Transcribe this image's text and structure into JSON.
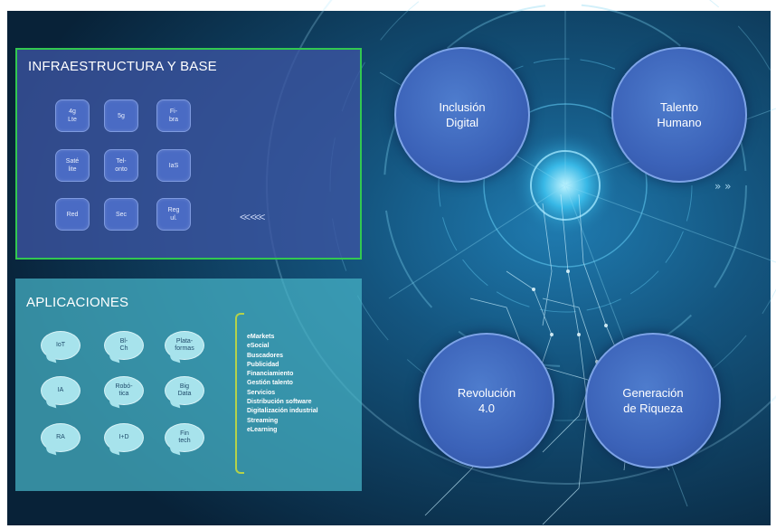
{
  "infra": {
    "title": "INFRAESTRUCTURA Y BASE",
    "tiles": [
      "4g\nLte",
      "5g",
      "Fi-\nbra",
      "Saté\nlite",
      "Tel-\nonto",
      "IaS",
      "Red",
      "Sec",
      "Reg\nul."
    ],
    "chevrons": "<< <<<"
  },
  "apps": {
    "title": "APLICACIONES",
    "bubbles": [
      "IoT",
      "Bl-\nCh",
      "Plata-\nformas",
      "IA",
      "Robó-\ntica",
      "Big\nData",
      "RA",
      "I+D",
      "Fin\ntech"
    ],
    "list": [
      "eMarkets",
      "eSocial",
      "Buscadores",
      "Publicidad",
      "Financiamiento",
      "Gestión talento",
      "Servicios",
      "Distribución software",
      "Digitalización industrial",
      "Streaming",
      "eLearning"
    ]
  },
  "circles": {
    "inclusion": "Inclusión\nDigital",
    "talento": "Talento\nHumano",
    "revolucion": "Revolución\n4.0",
    "riqueza": "Generación\nde Riqueza"
  },
  "colors": {
    "background": "#0d2f4a",
    "infra_border": "#32c850",
    "infra_fill": "#3c54a2",
    "apps_fill": "#46b4c8",
    "circle_fill": "#3b62b8"
  }
}
